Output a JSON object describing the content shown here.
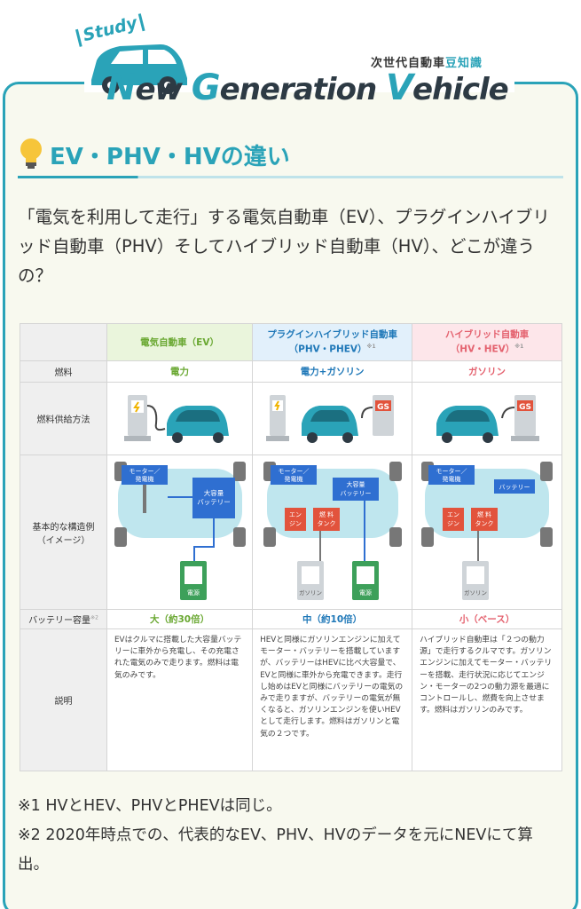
{
  "header": {
    "study": "Study",
    "subtitle_pre": "次世代自動車",
    "subtitle_accent": "豆知識",
    "title_n": "N",
    "title_ew": "ew ",
    "title_g": "G",
    "title_eneration": "eneration ",
    "title_v": "V",
    "title_ehicle": "ehicle"
  },
  "section": {
    "title": "EV・PHV・HVの違い"
  },
  "intro": "「電気を利用して走行」する電気自動車（EV）、プラグインハイブリッド自動車（PHV）そしてハイブリッド自動車（HV）、どこが違うの？",
  "table": {
    "columns": {
      "ev": "電気自動車（EV）",
      "phv_line1": "プラグインハイブリッド自動車",
      "phv_line2": "（PHV・PHEV）",
      "phv_note": "※1",
      "hv_line1": "ハイブリッド自動車",
      "hv_line2": "（HV・HEV）",
      "hv_note": "※1"
    },
    "rows": {
      "fuel_label": "燃料",
      "fuel_ev": "電力",
      "fuel_phv": "電力+ガソリン",
      "fuel_hv": "ガソリン",
      "supply_label": "燃料供給方法",
      "structure_label_1": "基本的な構造例",
      "structure_label_2": "（イメージ）",
      "battery_label": "バッテリー容量",
      "battery_note": "※2",
      "battery_ev": "大（約30倍）",
      "battery_phv": "中（約10倍）",
      "battery_hv": "小（ベース）",
      "desc_label": "説明",
      "desc_ev": "EVはクルマに搭載した大容量バッテリーに車外から充電し、その充電された電気のみで走ります。燃料は電気のみです。",
      "desc_phv": "HEVと同様にガソリンエンジンに加えてモーター・バッテリーを搭載していますが、バッテリーはHEVに比べ大容量で、EVと同様に車外から充電できます。走行し始めはEVと同様にバッテリーの電気のみで走りますが、バッテリーの電気が無くなると、ガソリンエンジンを使いHEVとして走行します。燃料はガソリンと電気の２つです。",
      "desc_hv": "ハイブリッド自動車は「２つの動力源」で走行するクルマです。ガソリンエンジンに加えてモーター・バッテリーを搭載、走行状況に応じてエンジン・モーターの2つの動力源を最適にコントロールし、燃費を向上させます。燃料はガソリンのみです。"
    },
    "diagram_labels": {
      "motor": "モーター／発電機",
      "big_battery": "大容量バッテリー",
      "battery": "バッテリー",
      "engine": "エンジン",
      "fuel_tank": "燃料タンク",
      "power": "電源",
      "gasoline": "ガソリン",
      "gs": "GS"
    }
  },
  "notes": {
    "n1": "※1 HVとHEV、PHVとPHEVは同じ。",
    "n2": "※2 2020年時点での、代表的なEV、PHV、HVのデータを元にNEVにて算出。"
  },
  "colors": {
    "teal": "#2aa3b8",
    "ev_green": "#6aa832",
    "phv_blue": "#1f78b8",
    "hv_red": "#e4626f",
    "battery_blue": "#2f6fd1",
    "engine_red": "#e2533c"
  }
}
